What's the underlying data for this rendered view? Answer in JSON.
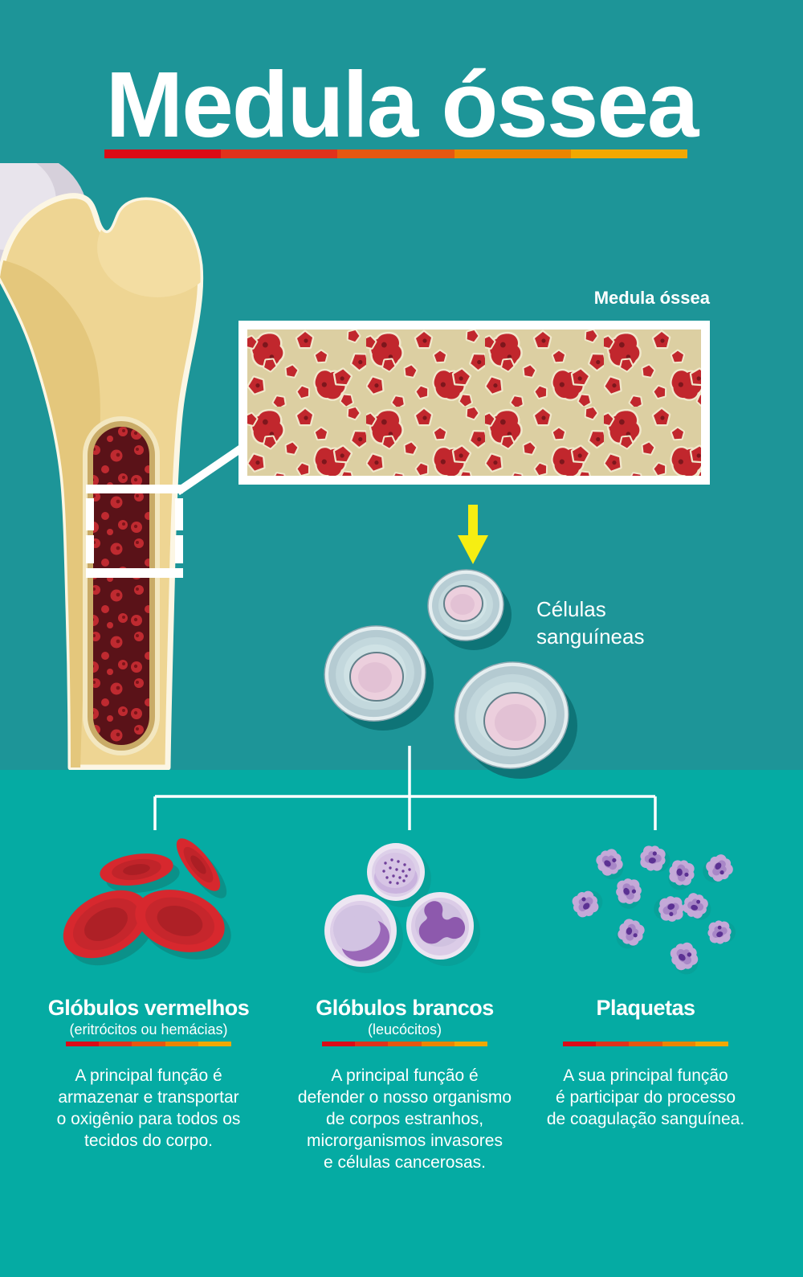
{
  "theme": {
    "bg_top": "#1d9598",
    "bg_bottom": "#05aba3",
    "text": "#ffffff",
    "accent_colors": [
      "#db0b16",
      "#e0321c",
      "#e55711",
      "#ec8500",
      "#f2a800"
    ],
    "arrow_yellow": "#f6ee12",
    "bone_fill": "#eed593",
    "marrow_dark": "#5a1218",
    "blood_cell_red": "#c1272d",
    "leukocyte_purple": "#9a68b8",
    "platelet_purple": "#5c3193",
    "stem_cell_blue": "#c2d7dc",
    "nucleus_pink": "#eccfdd"
  },
  "title": "Medula óssea",
  "marrow_panel": {
    "label": "Medula óssea"
  },
  "cells_label": {
    "line1": "Células",
    "line2": "sanguíneas"
  },
  "columns": [
    {
      "heading": "Glóbulos vermelhos",
      "subheading": "(eritrócitos ou hemácias)",
      "desc_lines": [
        "A principal função é",
        "armazenar e transportar",
        "o oxigênio para todos os",
        "tecidos do corpo."
      ]
    },
    {
      "heading": "Glóbulos brancos",
      "subheading": "(leucócitos)",
      "desc_lines": [
        "A principal função é",
        "defender o nosso organismo",
        "de corpos estranhos,",
        "microrganismos invasores",
        "e células cancerosas."
      ]
    },
    {
      "heading": "Plaquetas",
      "subheading": "",
      "desc_lines": [
        "A sua principal função",
        "é participar do processo",
        "de coagulação sanguínea."
      ]
    }
  ]
}
